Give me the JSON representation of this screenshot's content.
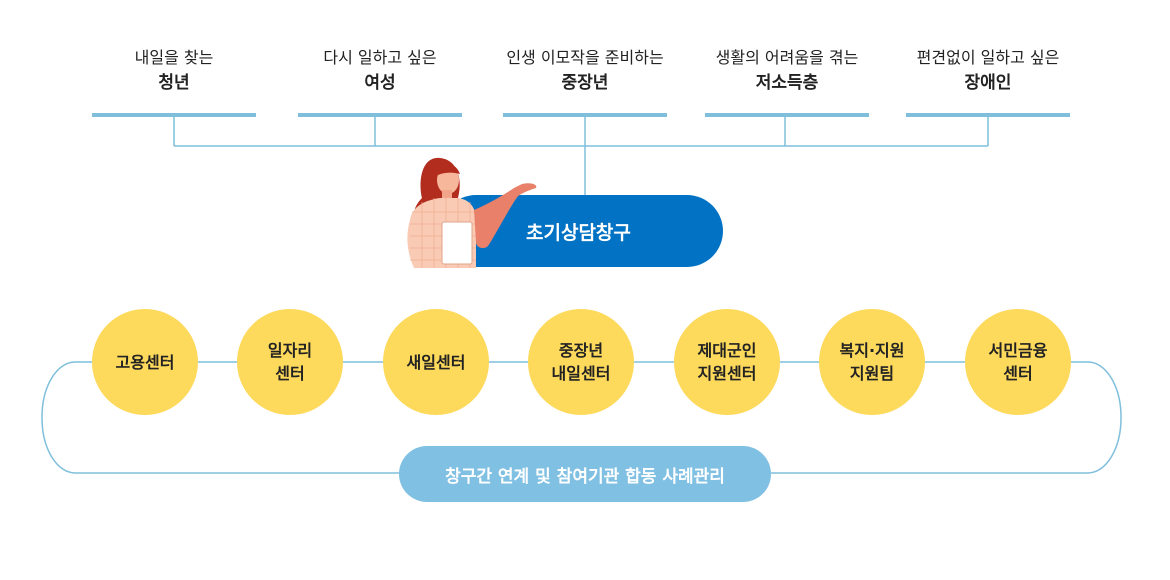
{
  "target_groups": [
    {
      "desc": "내일을 찾는",
      "name": "청년"
    },
    {
      "desc": "다시 일하고 싶은",
      "name": "여성"
    },
    {
      "desc": "인생 이모작을 준비하는",
      "name": "중장년"
    },
    {
      "desc": "생활의 어려움을 겪는",
      "name": "저소득층"
    },
    {
      "desc": "편견없이 일하고 싶은",
      "name": "장애인"
    }
  ],
  "hub": {
    "label": "초기상담창구"
  },
  "centers": [
    {
      "label": "고용센터"
    },
    {
      "label": "일자리\n센터"
    },
    {
      "label": "새일센터"
    },
    {
      "label": "중장년\n내일센터"
    },
    {
      "label": "제대군인\n지원센터"
    },
    {
      "label": "복지·지원\n지원팀"
    },
    {
      "label": "서민금융\n센터"
    }
  ],
  "footer": {
    "label": "창구간 연계 및 참여기관 합동 사례관리"
  },
  "colors": {
    "line": "#7fbfdc",
    "hub": "#0272c4",
    "circle": "#fdd95c",
    "footer": "#80c0e3"
  }
}
